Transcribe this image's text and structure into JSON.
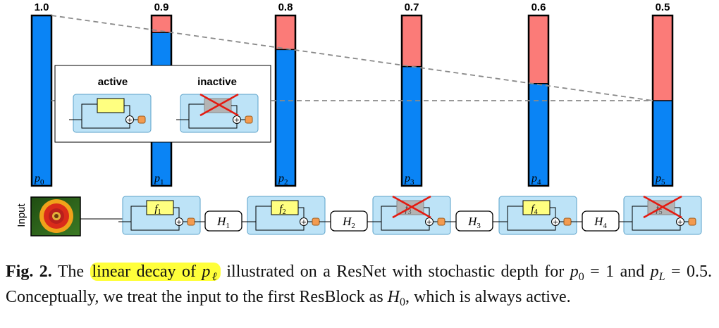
{
  "chart_data": {
    "type": "bar",
    "categories": [
      "p0",
      "p1",
      "p2",
      "p3",
      "p4",
      "p5"
    ],
    "values": [
      1.0,
      0.9,
      0.8,
      0.7,
      0.6,
      0.5
    ],
    "value_labels": [
      "1.0",
      "0.9",
      "0.8",
      "0.7",
      "0.6",
      "0.5"
    ],
    "bar_labels": [
      {
        "base": "p",
        "sub": "0"
      },
      {
        "base": "p",
        "sub": "1"
      },
      {
        "base": "p",
        "sub": "2"
      },
      {
        "base": "p",
        "sub": "3"
      },
      {
        "base": "p",
        "sub": "4"
      },
      {
        "base": "p",
        "sub": "5"
      }
    ],
    "ylim": [
      0,
      1
    ],
    "colors": {
      "survive": "#0a84f5",
      "drop": "#fb7b78",
      "edge": "#000000"
    }
  },
  "legend": {
    "active": "active",
    "inactive": "inactive"
  },
  "network": {
    "input_label": "Input",
    "blocks": [
      {
        "f": "f",
        "sub": "1",
        "active": true
      },
      {
        "f": "f",
        "sub": "2",
        "active": true
      },
      {
        "f": "f",
        "sub": "3",
        "active": false
      },
      {
        "f": "f",
        "sub": "4",
        "active": true
      },
      {
        "f": "f",
        "sub": "5",
        "active": false
      }
    ],
    "hidden": [
      {
        "h": "H",
        "sub": "1"
      },
      {
        "h": "H",
        "sub": "2"
      },
      {
        "h": "H",
        "sub": "3"
      },
      {
        "h": "H",
        "sub": "4"
      }
    ]
  },
  "caption": {
    "label": "Fig. 2.",
    "t1": " The ",
    "hl": "linear decay of ",
    "hl_var": "p",
    "hl_sub": "ℓ",
    "t2": " illustrated on a ResNet with stochastic depth for ",
    "m1": "p",
    "m1_sub": "0",
    "m1_rest": " = 1",
    "t3": " and ",
    "m2": "p",
    "m2_sub": "L",
    "m2_rest": " = 0.5",
    "t4": ". Conceptually, we treat the input to the first ResBlock as ",
    "m3": "H",
    "m3_sub": "0",
    "t5": ", which is always active."
  }
}
